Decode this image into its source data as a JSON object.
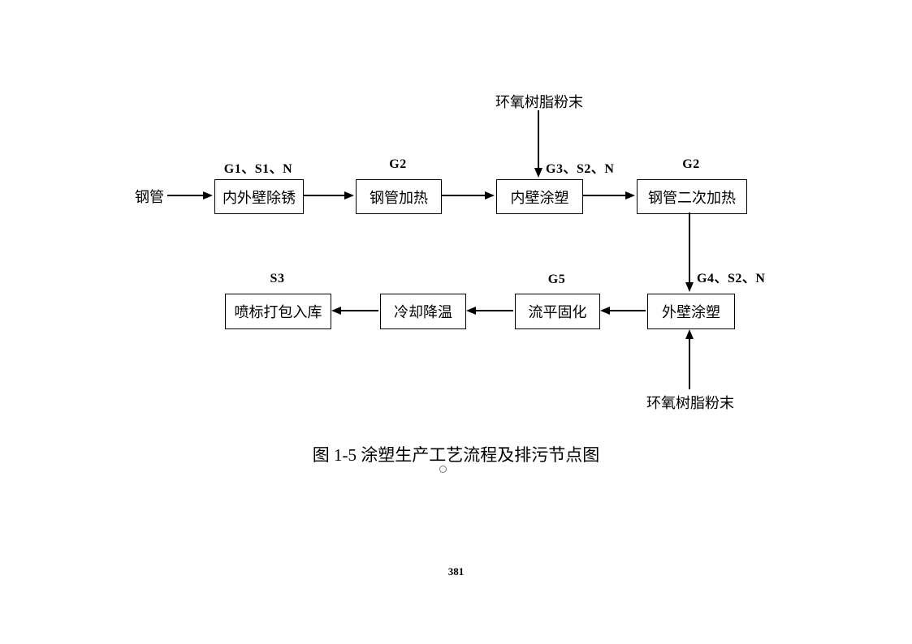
{
  "colors": {
    "ink": "#000000",
    "background": "#ffffff"
  },
  "diagram": {
    "input_source": "钢管",
    "epoxy_top": "环氧树脂粉末",
    "epoxy_bottom": "环氧树脂粉末",
    "boxes": {
      "derust": "内外壁除锈",
      "heat": "钢管加热",
      "inner_coat": "内壁涂塑",
      "reheat": "钢管二次加热",
      "outer_coat": "外壁涂塑",
      "leveling": "流平固化",
      "cooling": "冷却降温",
      "packing": "喷标打包入库"
    },
    "tags": {
      "derust": "G1、S1、N",
      "heat": "G2",
      "inner_coat": "G3、S2、N",
      "reheat": "G2",
      "outer_in": "G4、S2、N",
      "leveling": "G5",
      "packing": "S3"
    },
    "caption": "图 1-5 涂塑生产工艺流程及排污节点图"
  },
  "page": {
    "number": "381"
  }
}
